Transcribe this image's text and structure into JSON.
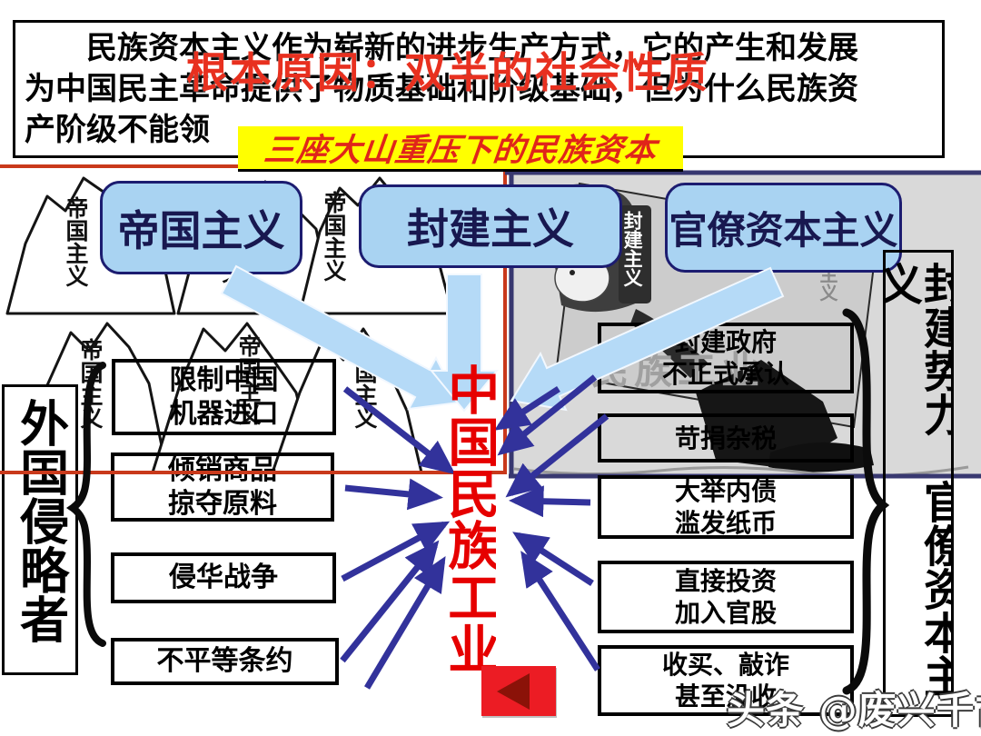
{
  "slide": {
    "intro": {
      "line1": "民族资本主义作为崭新的进步生产方式，它的产生和发展",
      "line2": "为中国民主革命提供了物质基础和阶级基础，但为什么民族资",
      "line3": "产阶级不能领"
    },
    "overlay_title": "根本原因：双半的社会性质",
    "highlight_banner": "三座大山重压下的民族资本",
    "pressure_boxes": [
      "帝国主义",
      "封建主义",
      "官僚资本主义"
    ],
    "background": {
      "mountain_label": "帝国主义"
    },
    "left_side_label": "外国侵略者",
    "right_side_label": "封建势力　官僚资本主义",
    "center_label": "中国民族工业",
    "left_boxes": [
      {
        "line1": "限制中国",
        "line2": "机器进口"
      },
      {
        "line1": "倾销商品",
        "line2": "掠夺原料"
      },
      {
        "line1": "侵华战争",
        "line2": ""
      },
      {
        "line1": "不平等条约",
        "line2": ""
      }
    ],
    "right_boxes": [
      {
        "line1": "封建政府",
        "line2": "不正式承认"
      },
      {
        "line1": "苛捐杂税",
        "line2": ""
      },
      {
        "line1": "大举内债",
        "line2": "滥发纸币"
      },
      {
        "line1": "直接投资",
        "line2": "加入官股"
      },
      {
        "line1": "收买、敲诈",
        "line2": "甚至没收"
      }
    ],
    "cartoon": {
      "board_strip_label": "封建主义",
      "board_side_label": "主义",
      "faint_label": "民族工业"
    },
    "watermark": "头条 @废兴千古事",
    "colors": {
      "pressure_box_fill": "#a9d3f2",
      "pressure_box_border": "#1c1c70",
      "block_arrow_blue": "#b5daf7",
      "thin_arrow_navy": "#32329b",
      "highlight_yellow": "#ffff00",
      "accent_red": "#e8301f",
      "center_red": "#e60000",
      "frame_red": "#c9391b",
      "frame_navy": "#383870",
      "panel_gray": "#d9d9d9",
      "button_red": "#ec1c24"
    }
  }
}
